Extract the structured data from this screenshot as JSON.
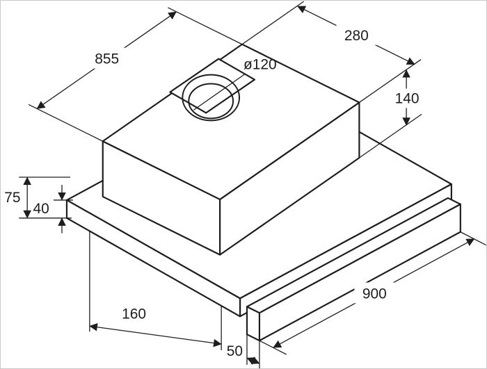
{
  "frame": {
    "background": "#ffffff",
    "border_color": "#c9c9c9",
    "line_color": "#1d1d1d"
  },
  "diagram": {
    "type": "isometric-dimension-drawing",
    "subject": "telescopic-cooker-hood",
    "labels": {
      "width_top": "855",
      "depth_top": "280",
      "duct_diameter": "ø120",
      "body_height": "140",
      "left_height": "75",
      "chassis_height": "40",
      "width_front": "900",
      "front_depth": "160",
      "visor_height": "50"
    }
  }
}
